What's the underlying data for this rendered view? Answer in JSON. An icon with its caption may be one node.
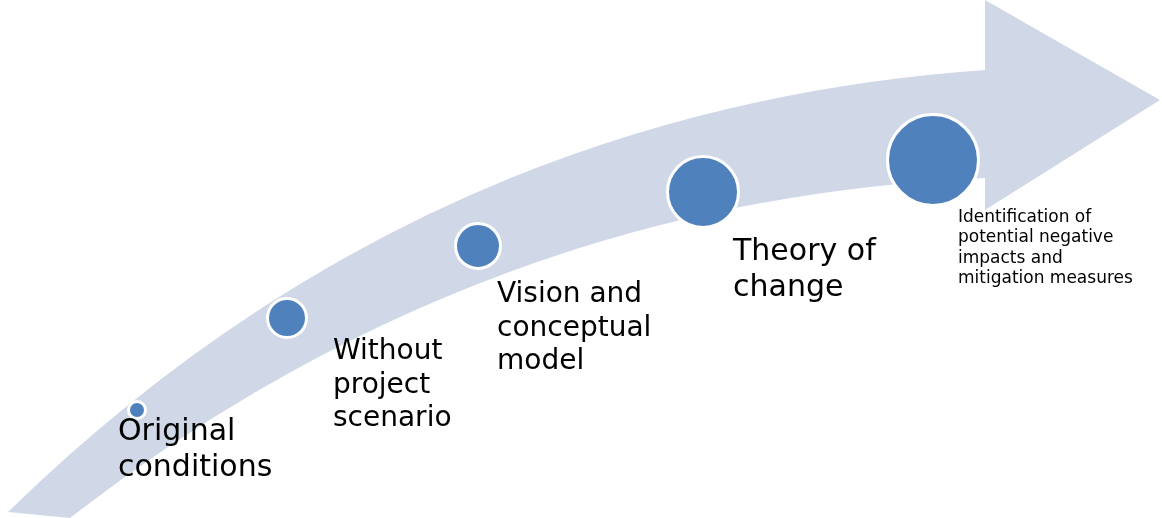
{
  "diagram": {
    "nodes": [
      {
        "text": [
          "Original conditions"
        ]
      },
      {
        "text": [
          "Without project scenario"
        ]
      },
      {
        "text": [
          "Vision and conceptual model"
        ]
      },
      {
        "text": [
          "Theory of change"
        ]
      },
      {
        "text": [
          "Identification of potential negative impacts and mitigation measures"
        ]
      }
    ]
  }
}
